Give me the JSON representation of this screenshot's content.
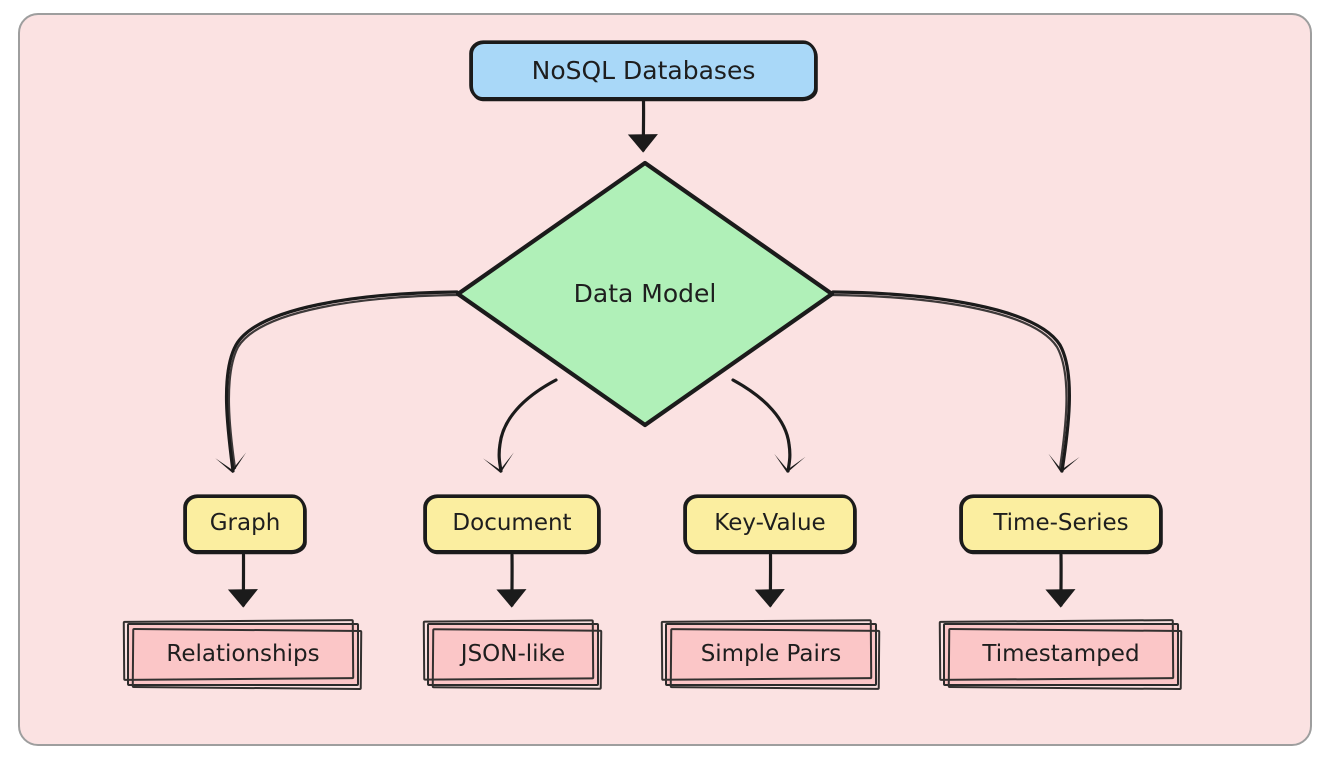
{
  "diagram": {
    "type": "flowchart",
    "title": "NoSQL Databases data model flowchart",
    "background_color": "#fbe2e2",
    "frame_border_color": "#9e9e9e",
    "nodes": {
      "root": {
        "label": "NoSQL Databases",
        "shape": "rounded-rect",
        "fill": "#a9d8f8"
      },
      "decision": {
        "label": "Data Model",
        "shape": "diamond",
        "fill": "#b0f0b8"
      },
      "graph": {
        "label": "Graph",
        "shape": "rounded-rect",
        "fill": "#fbeea0"
      },
      "document": {
        "label": "Document",
        "shape": "rounded-rect",
        "fill": "#fbeea0"
      },
      "keyvalue": {
        "label": "Key-Value",
        "shape": "rounded-rect",
        "fill": "#fbeea0"
      },
      "timeseries": {
        "label": "Time-Series",
        "shape": "rounded-rect",
        "fill": "#fbeea0"
      },
      "relationships": {
        "label": "Relationships",
        "shape": "rect",
        "fill": "#fbc6c7"
      },
      "jsonlike": {
        "label": "JSON-like",
        "shape": "rect",
        "fill": "#fbc6c7"
      },
      "simplepairs": {
        "label": "Simple Pairs",
        "shape": "rect",
        "fill": "#fbc6c7"
      },
      "timestamped": {
        "label": "Timestamped",
        "shape": "rect",
        "fill": "#fbc6c7"
      }
    },
    "edges": [
      {
        "from": "root",
        "to": "decision"
      },
      {
        "from": "decision",
        "to": "graph"
      },
      {
        "from": "decision",
        "to": "document"
      },
      {
        "from": "decision",
        "to": "keyvalue"
      },
      {
        "from": "decision",
        "to": "timeseries"
      },
      {
        "from": "graph",
        "to": "relationships"
      },
      {
        "from": "document",
        "to": "jsonlike"
      },
      {
        "from": "keyvalue",
        "to": "simplepairs"
      },
      {
        "from": "timeseries",
        "to": "timestamped"
      }
    ]
  }
}
